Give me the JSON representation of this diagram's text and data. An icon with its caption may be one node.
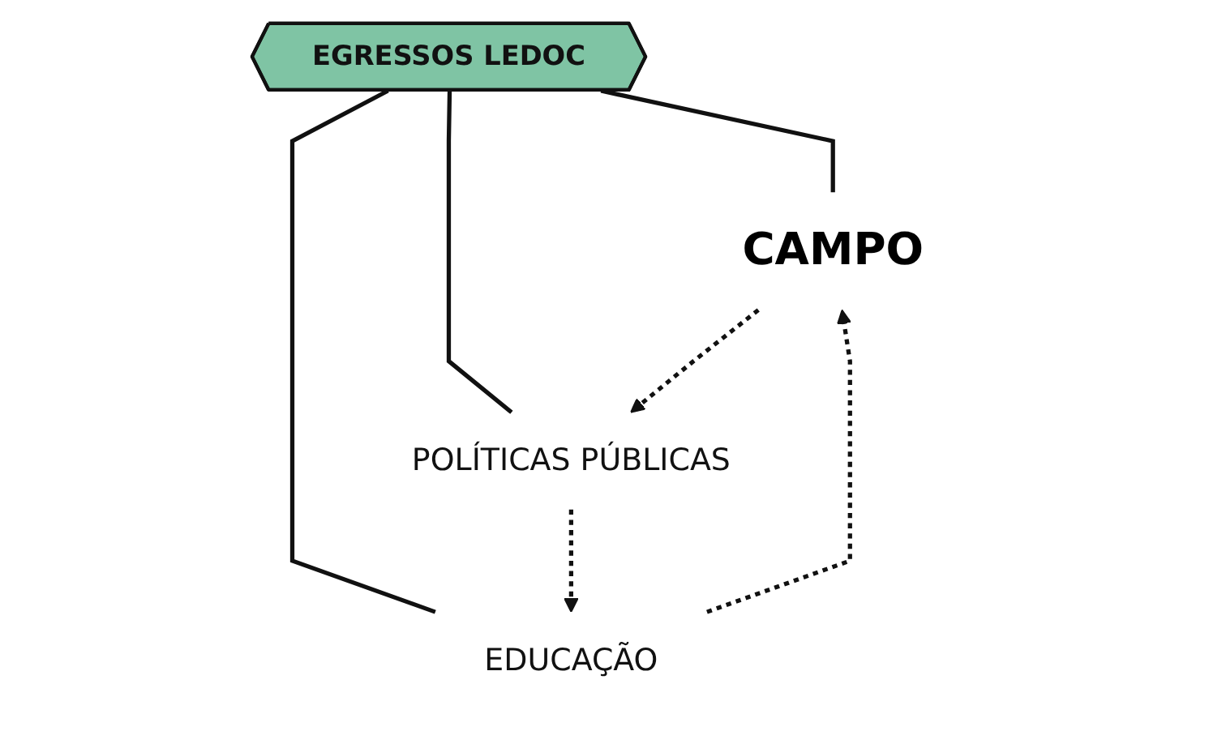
{
  "diagram": {
    "nodes": [
      {
        "text": [
          "CAMPO"
        ]
      },
      {
        "text": [
          "EGRESSOS LEDOC"
        ]
      },
      {
        "text": [
          "EDUCAÇÃO"
        ]
      },
      {
        "text": [
          "POLÍTICAS PÚBLICAS"
        ]
      }
    ],
    "edges": [
      {
        "from": 1,
        "to": 0,
        "arrow": "none"
      },
      {
        "from": 1,
        "to": 2,
        "arrow": "none"
      },
      {
        "from": 1,
        "to": 3,
        "arrow": "none"
      },
      {
        "from": 2,
        "to": 0,
        "arrow": "to",
        "style": "dashed"
      },
      {
        "from": 0,
        "to": 3,
        "arrow": "to",
        "style": "dashed"
      },
      {
        "from": 3,
        "to": 2,
        "arrow": "to",
        "style": "dashed"
      }
    ]
  }
}
